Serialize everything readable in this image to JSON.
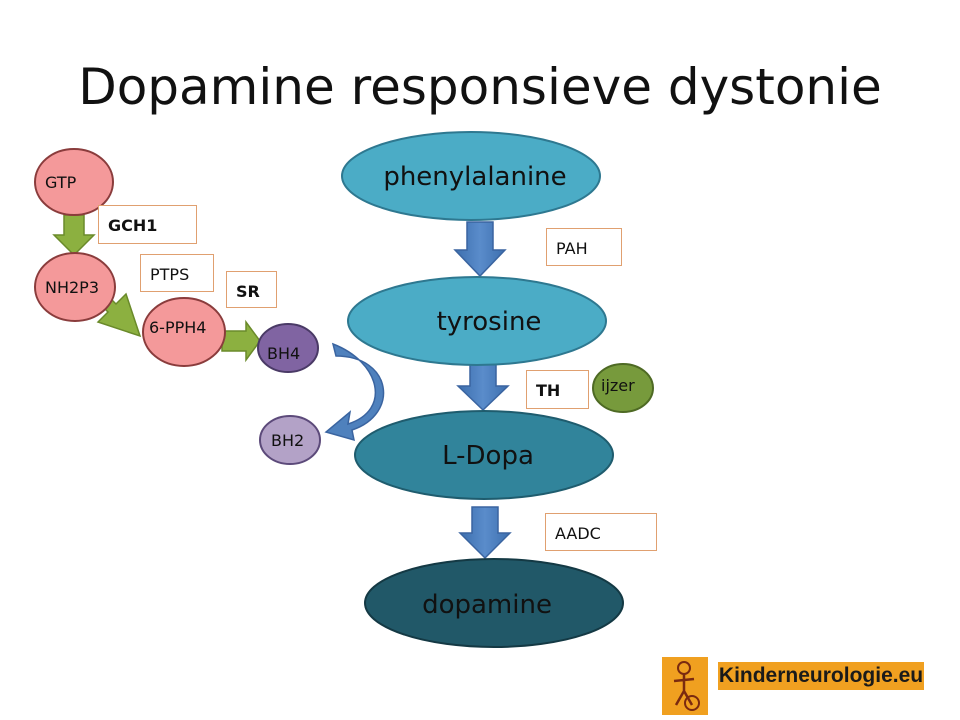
{
  "title": "Dopamine responsieve dystonie",
  "colors": {
    "pathway_pink": "#f4999a",
    "green_arrow": "#8cb040",
    "blue_arrow": "#4f81bd",
    "bh4_purple": "#8064a2",
    "bh2_lilac": "#b3a2c7",
    "ijzer_green": "#779a3c",
    "phenylalanine": "#4bacc6",
    "tyrosine": "#4bacc6",
    "ldopa": "#31849b",
    "dopamine": "#215868",
    "logo_orange": "#f0a020"
  },
  "cofactor_pathway": {
    "nodes": {
      "gtp": "GTP",
      "nh2p3": "NH2P3",
      "pph4": "6-PPH4",
      "bh4": "BH4",
      "bh2": "BH2"
    },
    "enzymes": {
      "gch1": "GCH1",
      "ptps": "PTPS",
      "sr": "SR"
    }
  },
  "main_pathway": {
    "nodes": {
      "phenylalanine": "phenylalanine",
      "tyrosine": "tyrosine",
      "ldopa": "L-Dopa",
      "dopamine": "dopamine"
    },
    "enzymes": {
      "pah": "PAH",
      "th": "TH",
      "aadc": "AADC"
    },
    "cofactor": "ijzer"
  },
  "logo": {
    "text": "Kinderneurologie.eu",
    "emblem_icon": "child-figure-icon"
  }
}
